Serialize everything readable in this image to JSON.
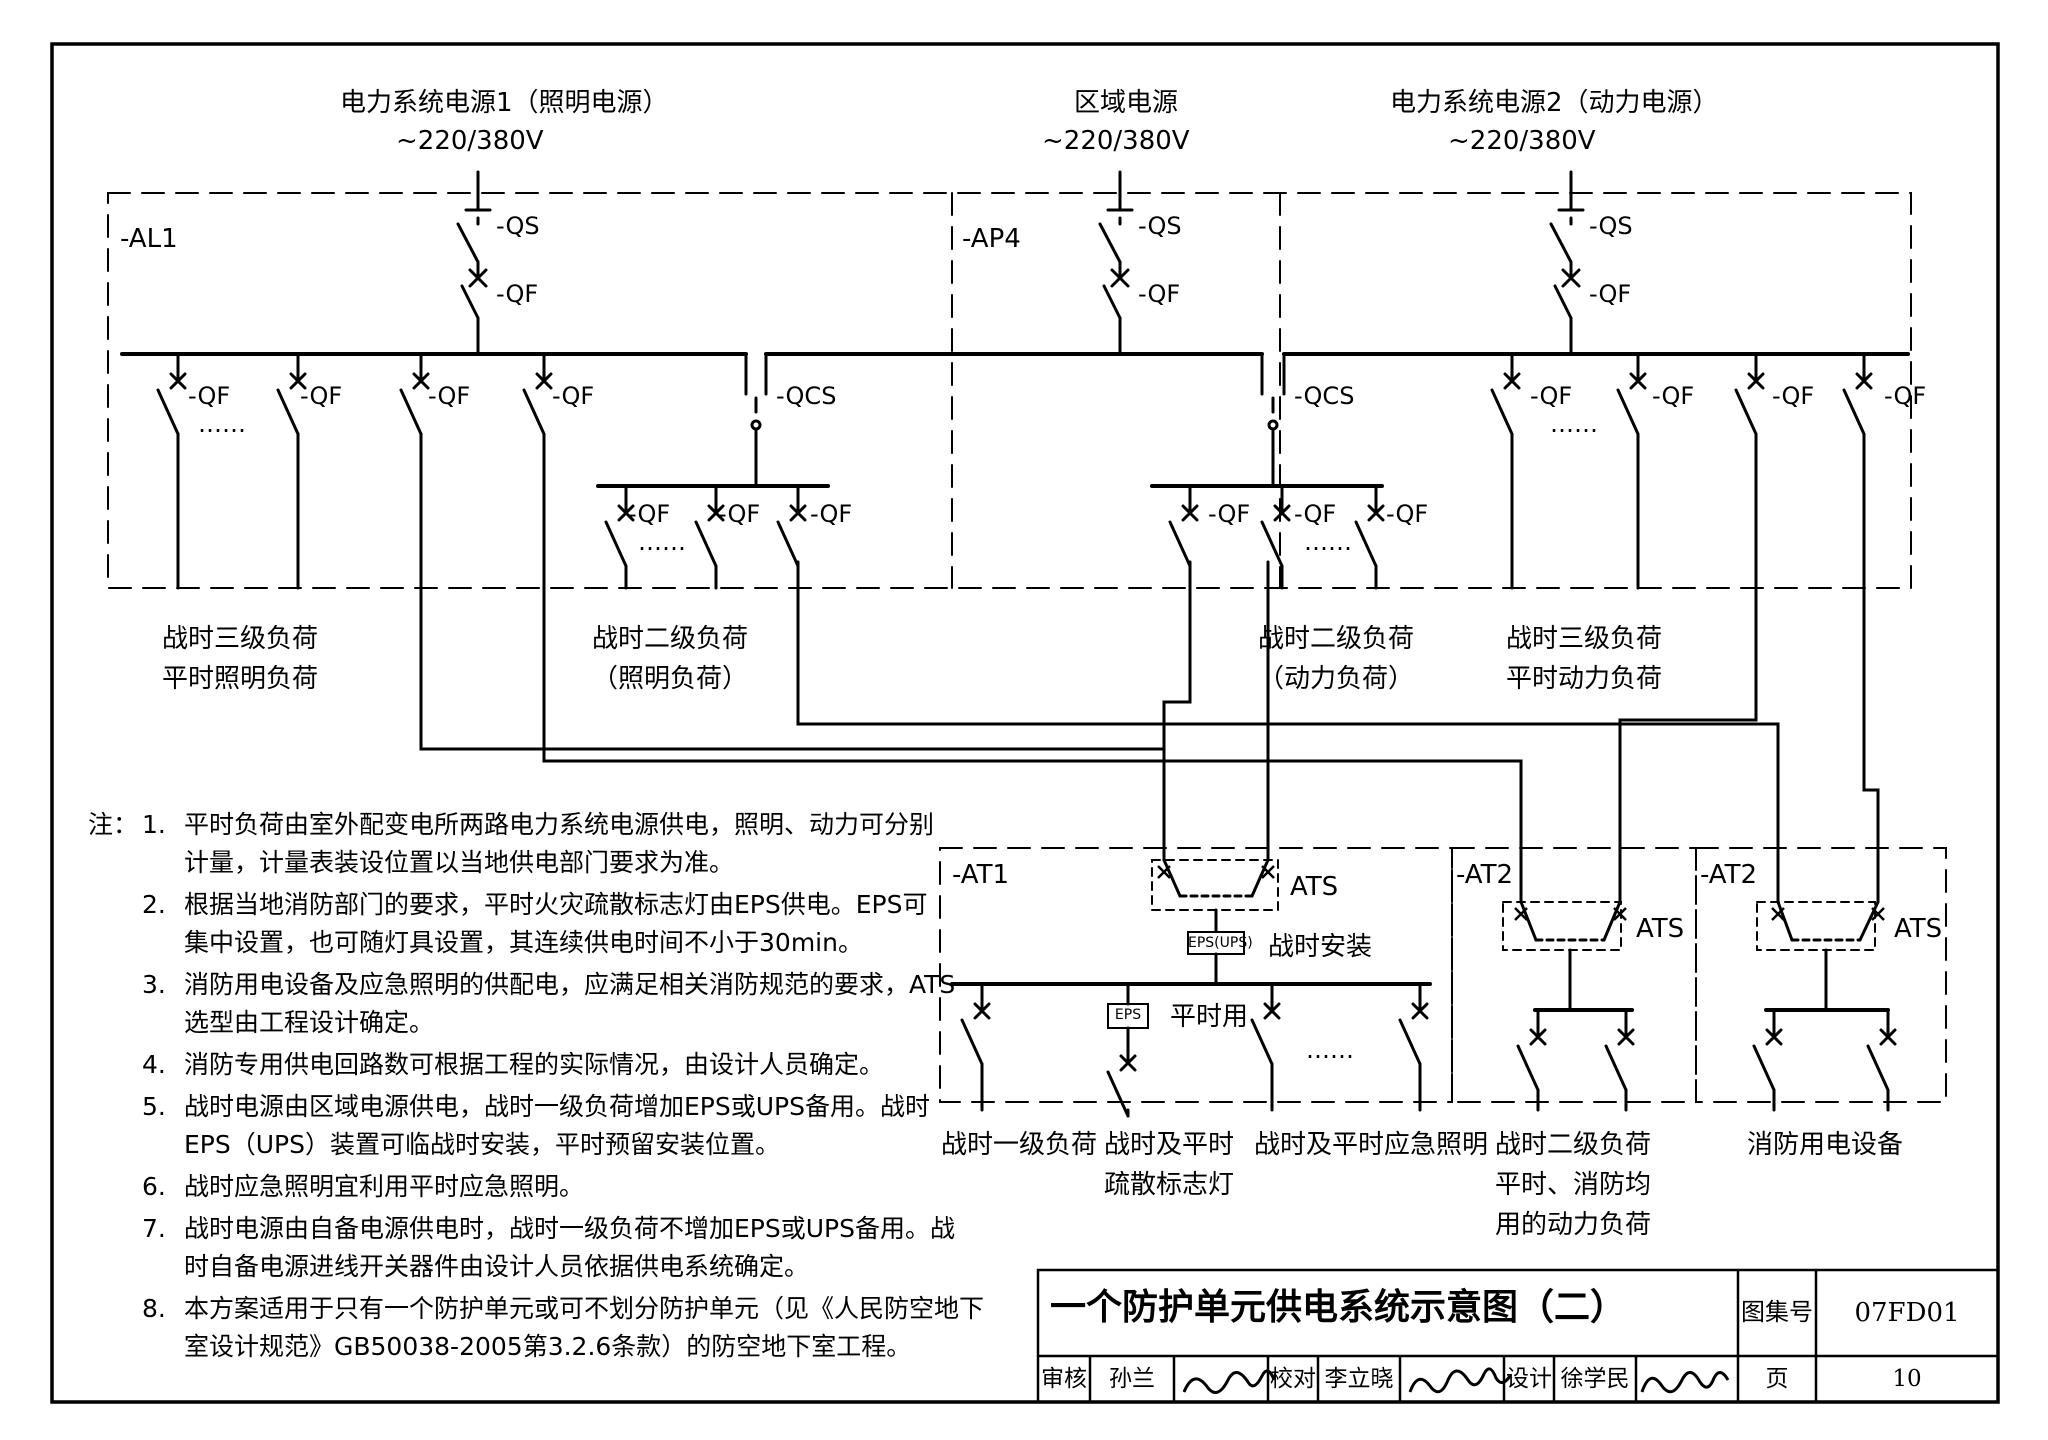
{
  "sources": {
    "src1_title": "电力系统电源1（照明电源）",
    "src1_voltage": "~220/380V",
    "src2_title": "区域电源",
    "src2_voltage": "~220/380V",
    "src3_title": "电力系统电源2（动力电源）",
    "src3_voltage": "~220/380V"
  },
  "panels": {
    "al1": "-AL1",
    "ap4": "-AP4",
    "at1": "-AT1",
    "at2a": "-AT2",
    "at2b": "-AT2"
  },
  "device_labels": {
    "qs": "-QS",
    "qf": "-QF",
    "qcs": "-QCS",
    "ats": "ATS",
    "eps_ups": "EPS(UPS)",
    "eps": "EPS",
    "wartime_install": "战时安装",
    "peacetime_use": "平时用",
    "dots": "……"
  },
  "loads": {
    "l1_line1": "战时三级负荷",
    "l1_line2": "平时照明负荷",
    "l2_line1": "战时二级负荷",
    "l2_line2": "（照明负荷）",
    "l3_line1": "战时二级负荷",
    "l3_line2": "（动力负荷）",
    "l4_line1": "战时三级负荷",
    "l4_line2": "平时动力负荷",
    "b1": "战时一级负荷",
    "b2_line1": "战时及平时",
    "b2_line2": "疏散标志灯",
    "b3": "战时及平时应急照明",
    "b4_line1": "战时二级负荷",
    "b4_line2": "平时、消防均",
    "b4_line3": "用的动力负荷",
    "b5": "消防用电设备"
  },
  "notes": {
    "heading": "注：",
    "items": [
      {
        "num": "1.",
        "lines": [
          "平时负荷由室外配变电所两路电力系统电源供电，照明、动力可分别",
          "计量，计量表装设位置以当地供电部门要求为准。"
        ]
      },
      {
        "num": "2.",
        "lines": [
          "根据当地消防部门的要求，平时火灾疏散标志灯由EPS供电。EPS可",
          "集中设置，也可随灯具设置，其连续供电时间不小于30min。"
        ]
      },
      {
        "num": "3.",
        "lines": [
          "消防用电设备及应急照明的供配电，应满足相关消防规范的要求，ATS",
          "选型由工程设计确定。"
        ]
      },
      {
        "num": "4.",
        "lines": [
          "消防专用供电回路数可根据工程的实际情况，由设计人员确定。"
        ]
      },
      {
        "num": "5.",
        "lines": [
          "战时电源由区域电源供电，战时一级负荷增加EPS或UPS备用。战时",
          "EPS（UPS）装置可临战时安装，平时预留安装位置。"
        ]
      },
      {
        "num": "6.",
        "lines": [
          "战时应急照明宜利用平时应急照明。"
        ]
      },
      {
        "num": "7.",
        "lines": [
          "战时电源由自备电源供电时，战时一级负荷不增加EPS或UPS备用。战",
          "时自备电源进线开关器件由设计人员依据供电系统确定。"
        ]
      },
      {
        "num": "8.",
        "lines": [
          "本方案适用于只有一个防护单元或可不划分防护单元（见《人民防空地下",
          "室设计规范》GB50038-2005第3.2.6条款）的防空地下室工程。"
        ]
      }
    ]
  },
  "title_block": {
    "title": "一个防护单元供电系统示意图（二）",
    "atlas_label": "图集号",
    "atlas_value": "07FD01",
    "review_label": "审核",
    "review_name": "孙兰",
    "check_label": "校对",
    "check_name": "李立晓",
    "design_label": "设计",
    "design_name": "徐学民",
    "page_label": "页",
    "page_value": "10"
  }
}
